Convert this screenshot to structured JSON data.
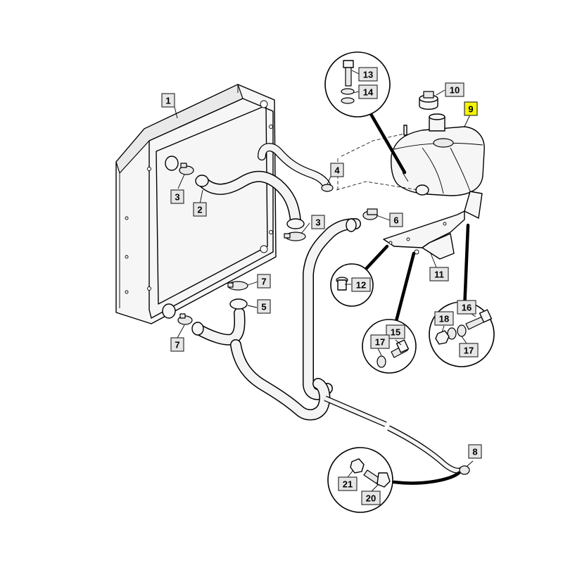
{
  "labels": {
    "l1": "1",
    "l2": "2",
    "l3a": "3",
    "l3b": "3",
    "l4": "4",
    "l5": "5",
    "l6": "6",
    "l7a": "7",
    "l7b": "7",
    "l8": "8",
    "l9": "9",
    "l10": "10",
    "l11": "11",
    "l12": "12",
    "l13": "13",
    "l14": "14",
    "l15": "15",
    "l16": "16",
    "l17a": "17",
    "l17b": "17",
    "l18": "18",
    "l20": "20",
    "l21": "21"
  },
  "colors": {
    "highlight": "#f5f500",
    "tag_fill": "#e6e6e6"
  }
}
